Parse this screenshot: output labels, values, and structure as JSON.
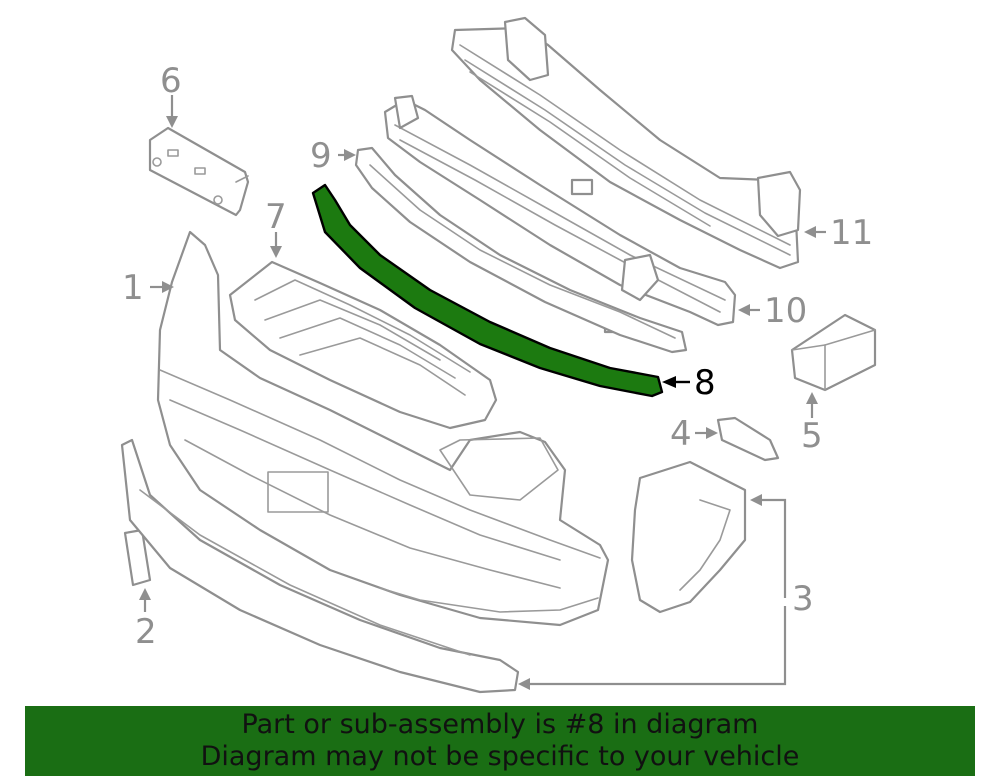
{
  "callouts": {
    "c1": "1",
    "c2": "2",
    "c3": "3",
    "c4": "4",
    "c5": "5",
    "c6": "6",
    "c7": "7",
    "c8": "8",
    "c9": "9",
    "c10": "10",
    "c11": "11"
  },
  "highlighted_part": "8",
  "colors": {
    "highlight": "#1c7a10",
    "banner": "#1a6e14",
    "line": "#8f8f8f"
  },
  "banner": {
    "line1": "Part or sub-assembly is #8 in diagram",
    "line2": "Diagram may not be specific to your vehicle"
  }
}
